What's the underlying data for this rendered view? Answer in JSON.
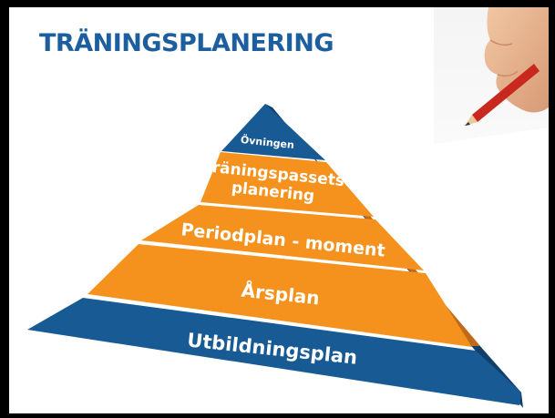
{
  "title": "TRÄNINGSPLANERING",
  "pyramid": {
    "levels": [
      {
        "label": "Övningen"
      },
      {
        "label_line1": "Träningspassets",
        "label_line2": "planering"
      },
      {
        "label": "Periodplan - moment"
      },
      {
        "label": "Årsplan"
      },
      {
        "label": "Utbildningsplan"
      }
    ]
  },
  "colors": {
    "title": "#1d5e9f",
    "blue": "#185a94",
    "blue_dark": "#103f6c",
    "orange": "#f5921e",
    "orange_dark": "#c0691a"
  },
  "decorations": {
    "photo": "hand-holding-pencil"
  }
}
